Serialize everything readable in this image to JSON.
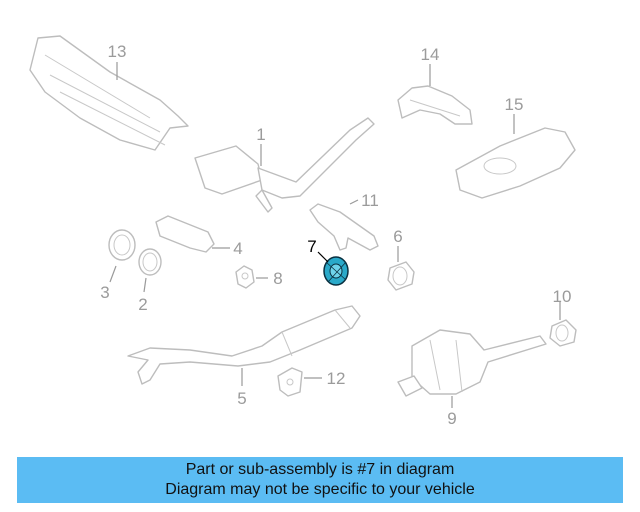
{
  "callouts": {
    "c1": "1",
    "c2": "2",
    "c3": "3",
    "c4": "4",
    "c5": "5",
    "c6": "6",
    "c7": "7",
    "c8": "8",
    "c9": "9",
    "c10": "10",
    "c11": "11",
    "c12": "12",
    "c13": "13",
    "c14": "14",
    "c15": "15"
  },
  "highlight_color": "#2aa9c9",
  "banner_color": "#5bbcf3",
  "banner": {
    "line1": "Part or sub-assembly is #7 in diagram",
    "line2": "Diagram may not be specific to your vehicle"
  }
}
